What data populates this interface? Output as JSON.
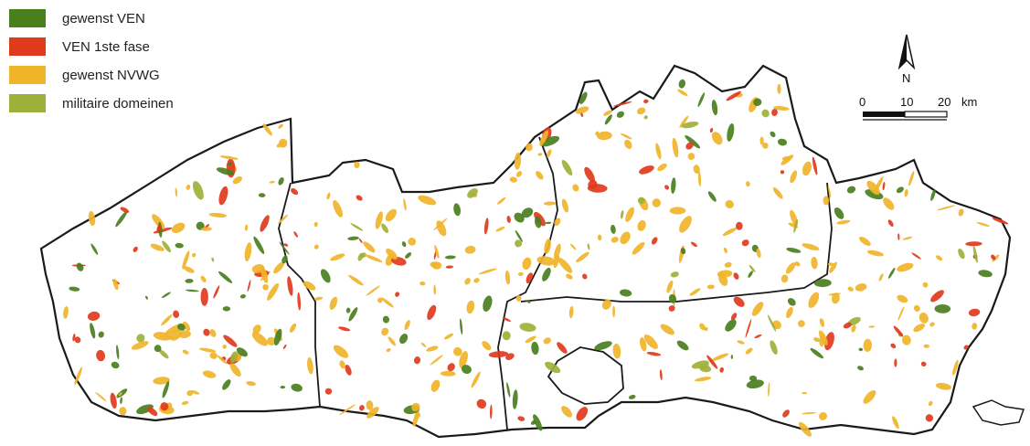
{
  "legend": {
    "items": [
      {
        "label": "gewenst VEN",
        "color": "#4a7f1e"
      },
      {
        "label": "VEN 1ste fase",
        "color": "#e03a1c"
      },
      {
        "label": "gewenst NVWG",
        "color": "#f0b429"
      },
      {
        "label": "militaire domeinen",
        "color": "#9fb03a"
      }
    ]
  },
  "north_arrow": {
    "label": "N",
    "icon": "north-arrow-icon"
  },
  "scale_bar": {
    "ticks": [
      "0",
      "10",
      "20"
    ],
    "unit": "km"
  }
}
